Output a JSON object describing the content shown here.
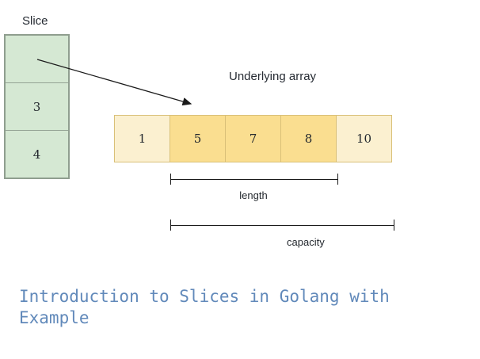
{
  "title": "Introduction to Slices in Golang with Example",
  "slice": {
    "label": "Slice",
    "pointer_cell": "",
    "length_cell": "3",
    "capacity_cell": "4"
  },
  "array": {
    "label": "Underlying array",
    "cells": [
      {
        "value": "1",
        "highlighted": false
      },
      {
        "value": "5",
        "highlighted": true
      },
      {
        "value": "7",
        "highlighted": true
      },
      {
        "value": "8",
        "highlighted": true
      },
      {
        "value": "10",
        "highlighted": false
      }
    ]
  },
  "brackets": {
    "length_label": "length",
    "capacity_label": "capacity"
  },
  "colors": {
    "slice_fill": "#d5e8d3",
    "slice_border": "#8f9e8f",
    "array_fill_light": "#fbf0d0",
    "array_fill_highlight": "#fade90",
    "array_border": "#d9c078",
    "title_text": "#6189ba",
    "line": "#1a1a1a"
  }
}
